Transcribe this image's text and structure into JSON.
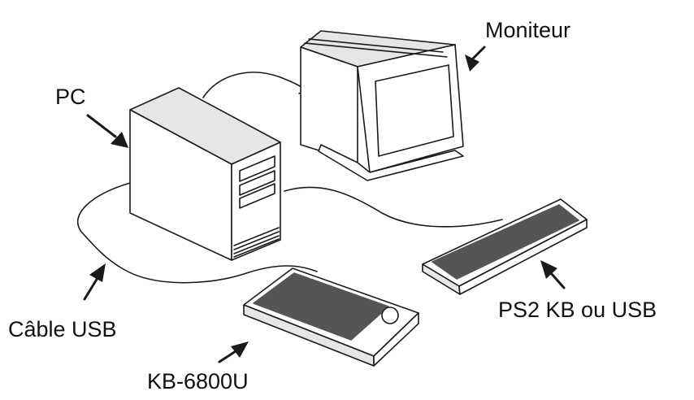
{
  "labels": {
    "monitor": "Moniteur",
    "pc": "PC",
    "usb_cable": "Câble USB",
    "ps2_keyboard": "PS2 KB ou USB",
    "kb_model": "KB-6800U"
  },
  "colors": {
    "line": "#1a1a1a",
    "fill": "#ffffff",
    "shade": "#e6e6e6",
    "dark": "#555555"
  }
}
